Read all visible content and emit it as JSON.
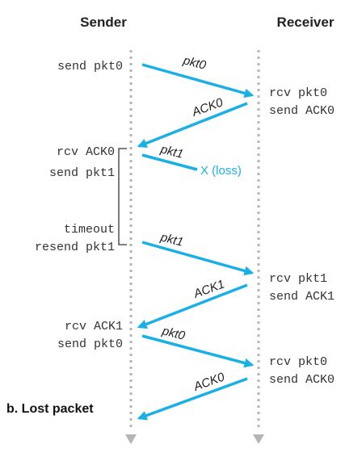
{
  "headers": {
    "sender": "Sender",
    "receiver": "Receiver"
  },
  "sender_events": [
    {
      "id": "send-pkt0-1",
      "text": "send pkt0"
    },
    {
      "id": "rcv-ack0",
      "text": "rcv ACK0"
    },
    {
      "id": "send-pkt1",
      "text": "send pkt1"
    },
    {
      "id": "timeout",
      "text": "timeout"
    },
    {
      "id": "resend-pkt1",
      "text": "resend pkt1"
    },
    {
      "id": "rcv-ack1",
      "text": "rcv ACK1"
    },
    {
      "id": "send-pkt0-2",
      "text": "send pkt0"
    }
  ],
  "receiver_events": [
    {
      "id": "rcv-pkt0-1",
      "text": "rcv pkt0"
    },
    {
      "id": "send-ack0-1",
      "text": "send ACK0"
    },
    {
      "id": "rcv-pkt1",
      "text": "rcv pkt1"
    },
    {
      "id": "send-ack1",
      "text": "send ACK1"
    },
    {
      "id": "rcv-pkt0-2",
      "text": "rcv pkt0"
    },
    {
      "id": "send-ack0-2",
      "text": "send ACK0"
    }
  ],
  "messages": [
    {
      "id": "pkt0-1",
      "label": "pkt0",
      "direction": "to-receiver"
    },
    {
      "id": "ack0-1",
      "label": "ACK0",
      "direction": "to-sender"
    },
    {
      "id": "pkt1-lost",
      "label": "pkt1",
      "direction": "to-receiver",
      "lost": true
    },
    {
      "id": "pkt1-resend",
      "label": "pkt1",
      "direction": "to-receiver"
    },
    {
      "id": "ack1",
      "label": "ACK1",
      "direction": "to-sender"
    },
    {
      "id": "pkt0-2",
      "label": "pkt0",
      "direction": "to-receiver"
    },
    {
      "id": "ack0-2",
      "label": "ACK0",
      "direction": "to-sender"
    }
  ],
  "loss_label": "X (loss)",
  "caption": "b. Lost packet",
  "colors": {
    "message_arrow": "#1ab0e6",
    "timeline": "#b5b5b5",
    "text": "#333333"
  }
}
